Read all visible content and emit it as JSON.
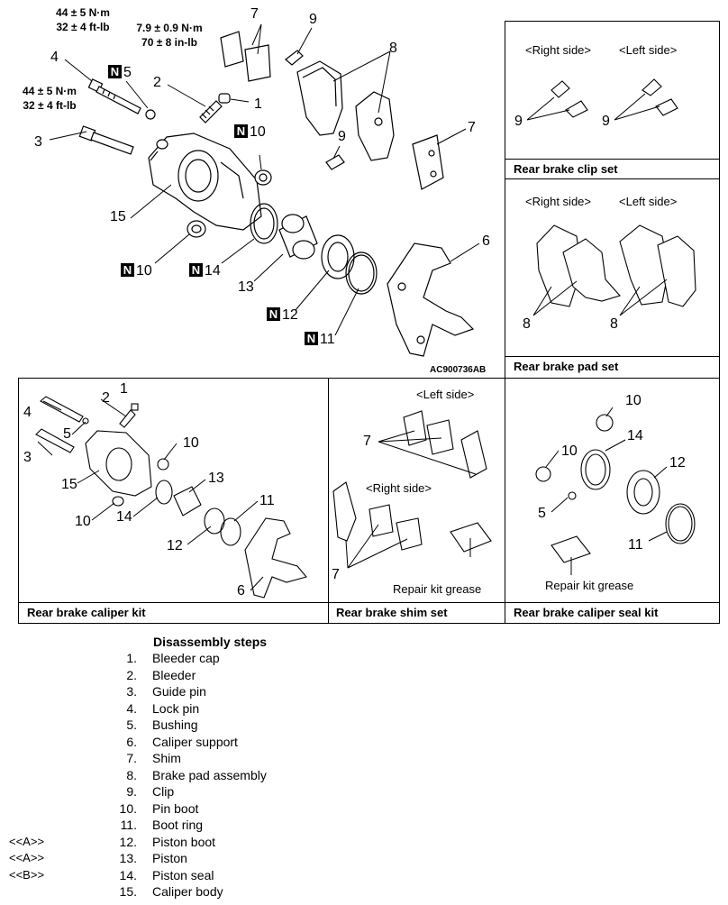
{
  "main_diagram": {
    "torque_4": {
      "line1": "44 ± 5 N·m",
      "line2": "32 ± 4 ft-lb"
    },
    "torque_3": {
      "line1": "44 ± 5 N·m",
      "line2": "32 ± 4 ft-lb"
    },
    "torque_2": {
      "line1": "7.9 ± 0.9 N·m",
      "line2": "70 ± 8 in-lb"
    },
    "new_mark": "N",
    "code": "AC900736AB",
    "labels": {
      "l1": "1",
      "l2": "2",
      "l3": "3",
      "l4": "4",
      "l5": "5",
      "l6": "6",
      "l7a": "7",
      "l7b": "7",
      "l8": "8",
      "l9a": "9",
      "l9b": "9",
      "l10a": "10",
      "l10b": "10",
      "l11": "11",
      "l12": "12",
      "l13": "13",
      "l14": "14",
      "l15": "15"
    }
  },
  "clip_set": {
    "right": "<Right side>",
    "left": "<Left side>",
    "l9a": "9",
    "l9b": "9",
    "caption": "Rear brake clip set"
  },
  "pad_set": {
    "right": "<Right side>",
    "left": "<Left side>",
    "l8a": "8",
    "l8b": "8",
    "caption": "Rear brake pad set"
  },
  "caliper_kit": {
    "caption": "Rear brake caliper kit",
    "labels": {
      "l1": "1",
      "l2": "2",
      "l3": "3",
      "l4": "4",
      "l5": "5",
      "l6": "6",
      "l10a": "10",
      "l10b": "10",
      "l11": "11",
      "l12": "12",
      "l13": "13",
      "l14": "14",
      "l15": "15"
    }
  },
  "shim_set": {
    "left": "<Left side>",
    "right": "<Right side>",
    "l7a": "7",
    "l7b": "7",
    "grease": "Repair kit grease",
    "caption": "Rear brake shim set"
  },
  "seal_kit": {
    "labels": {
      "l5": "5",
      "l10a": "10",
      "l10b": "10",
      "l11": "11",
      "l12": "12",
      "l14": "14"
    },
    "grease": "Repair kit grease",
    "caption": "Rear brake caliper seal kit"
  },
  "steps": {
    "title": "Disassembly steps",
    "items": [
      {
        "num": "1.",
        "text": "Bleeder cap",
        "mark": ""
      },
      {
        "num": "2.",
        "text": "Bleeder",
        "mark": ""
      },
      {
        "num": "3.",
        "text": "Guide pin",
        "mark": ""
      },
      {
        "num": "4.",
        "text": "Lock pin",
        "mark": ""
      },
      {
        "num": "5.",
        "text": "Bushing",
        "mark": ""
      },
      {
        "num": "6.",
        "text": "Caliper support",
        "mark": ""
      },
      {
        "num": "7.",
        "text": "Shim",
        "mark": ""
      },
      {
        "num": "8.",
        "text": "Brake pad assembly",
        "mark": ""
      },
      {
        "num": "9.",
        "text": "Clip",
        "mark": ""
      },
      {
        "num": "10.",
        "text": "Pin boot",
        "mark": ""
      },
      {
        "num": "11.",
        "text": "Boot ring",
        "mark": ""
      },
      {
        "num": "12.",
        "text": "Piston boot",
        "mark": "<<A>>"
      },
      {
        "num": "13.",
        "text": "Piston",
        "mark": "<<A>>"
      },
      {
        "num": "14.",
        "text": "Piston seal",
        "mark": "<<B>>"
      },
      {
        "num": "15.",
        "text": "Caliper body",
        "mark": ""
      }
    ]
  }
}
